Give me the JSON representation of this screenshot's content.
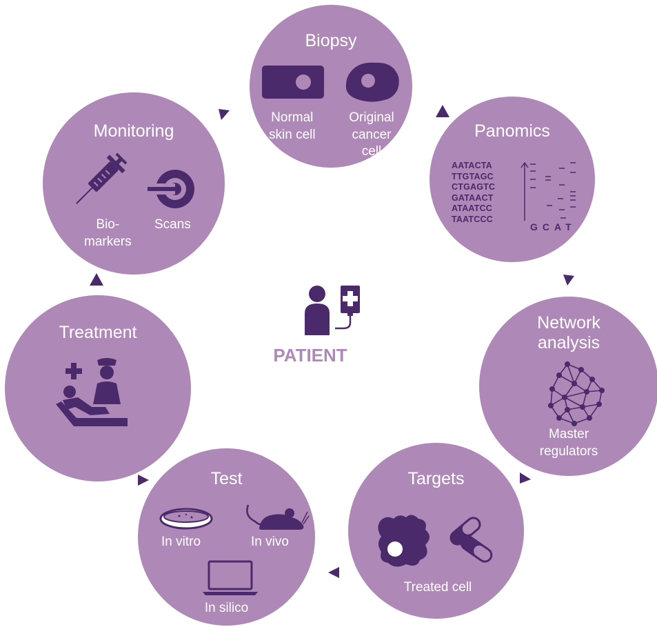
{
  "center": {
    "label": "PATIENT",
    "icon": "patient-iv-icon"
  },
  "stages": {
    "biopsy": {
      "title": "Biopsy",
      "labels": [
        "Normal",
        "skin cell",
        "Original",
        "cancer",
        "cell"
      ]
    },
    "panomics": {
      "title": "Panomics",
      "sequences": [
        "AATACTA",
        "TTGTAGC",
        "CTGAGTC",
        "GATAACT",
        "ATAATCC",
        "TAATCCC"
      ],
      "bases": "GCAT"
    },
    "network": {
      "title_line1": "Network",
      "title_line2": "analysis",
      "label_line1": "Master",
      "label_line2": "regulators"
    },
    "targets": {
      "title": "Targets",
      "label": "Treated cell"
    },
    "test": {
      "title": "Test",
      "label_vitro": "In vitro",
      "label_vivo": "In vivo",
      "label_silico": "In silico"
    },
    "treatment": {
      "title": "Treatment"
    },
    "monitoring": {
      "title": "Monitoring",
      "label_bio1": "Bio-",
      "label_bio2": "markers",
      "label_scans": "Scans"
    }
  },
  "colors": {
    "circle": "#ae88b6",
    "icon": "#4a2a6a",
    "arrow": "#4a2a6a",
    "text": "#ffffff",
    "patient_label": "#ae88b6"
  }
}
